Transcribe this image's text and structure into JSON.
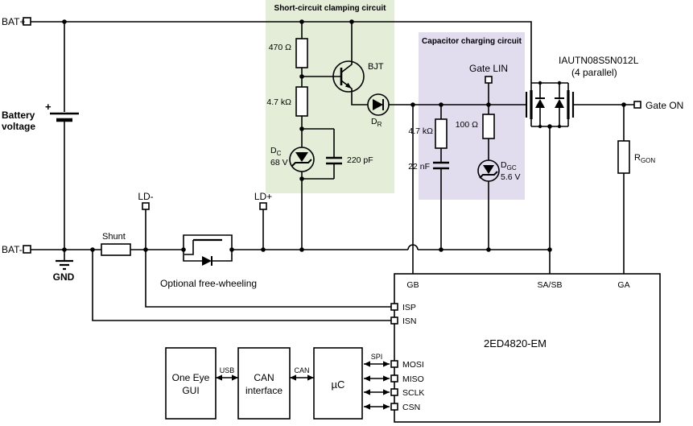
{
  "colors": {
    "green_fill": "#e3edd8",
    "green_title": "#4e7a28",
    "purple_fill": "#e2dcef",
    "purple_title": "#6f2fa0"
  },
  "power": {
    "bat_plus": "BAT+",
    "bat_minus": "BAT-",
    "gnd": "GND",
    "battery_label_1": "Battery",
    "battery_label_2": "voltage",
    "battery_plus": "+",
    "shunt": "Shunt"
  },
  "load": {
    "ld_minus": "LD-",
    "ld_plus": "LD+",
    "free_wheeling_note": "Optional free-wheeling"
  },
  "clamping": {
    "title": "Short-circuit clamping circuit",
    "r_top": "470 Ω",
    "r_mid": "4.7 kΩ",
    "bjt": "BJT",
    "zener_name": "D",
    "zener_sub": "C",
    "zener_value": "68 V",
    "cap": "220 pF",
    "diode_name": "D",
    "diode_sub": "R"
  },
  "charging": {
    "title": "Capacitor charging circuit",
    "gate_lin": "Gate LIN",
    "r_left": "4.7 kΩ",
    "r_right": "100 Ω",
    "cap": "22 nF",
    "zener_name": "D",
    "zener_sub": "GC",
    "zener_value": "5.6 V"
  },
  "mosfets": {
    "part": "IAUTN08S5N012L",
    "parallel_note": "(4 parallel)",
    "gate_on": "Gate ON",
    "rgon_name": "R",
    "rgon_sub": "GON"
  },
  "driver": {
    "name": "2ED4820-EM",
    "pin_gb": "GB",
    "pin_sasb": "SA/SB",
    "pin_ga": "GA",
    "pin_isp": "ISP",
    "pin_isn": "ISN",
    "pin_mosi": "MOSI",
    "pin_miso": "MISO",
    "pin_sclk": "SCLK",
    "pin_csn": "CSN",
    "spi": "SPI"
  },
  "control": {
    "gui_1": "One Eye",
    "gui_2": "GUI",
    "can_1": "CAN",
    "can_2": "interface",
    "mcu": "µC",
    "usb": "USB",
    "can_bus": "CAN"
  }
}
